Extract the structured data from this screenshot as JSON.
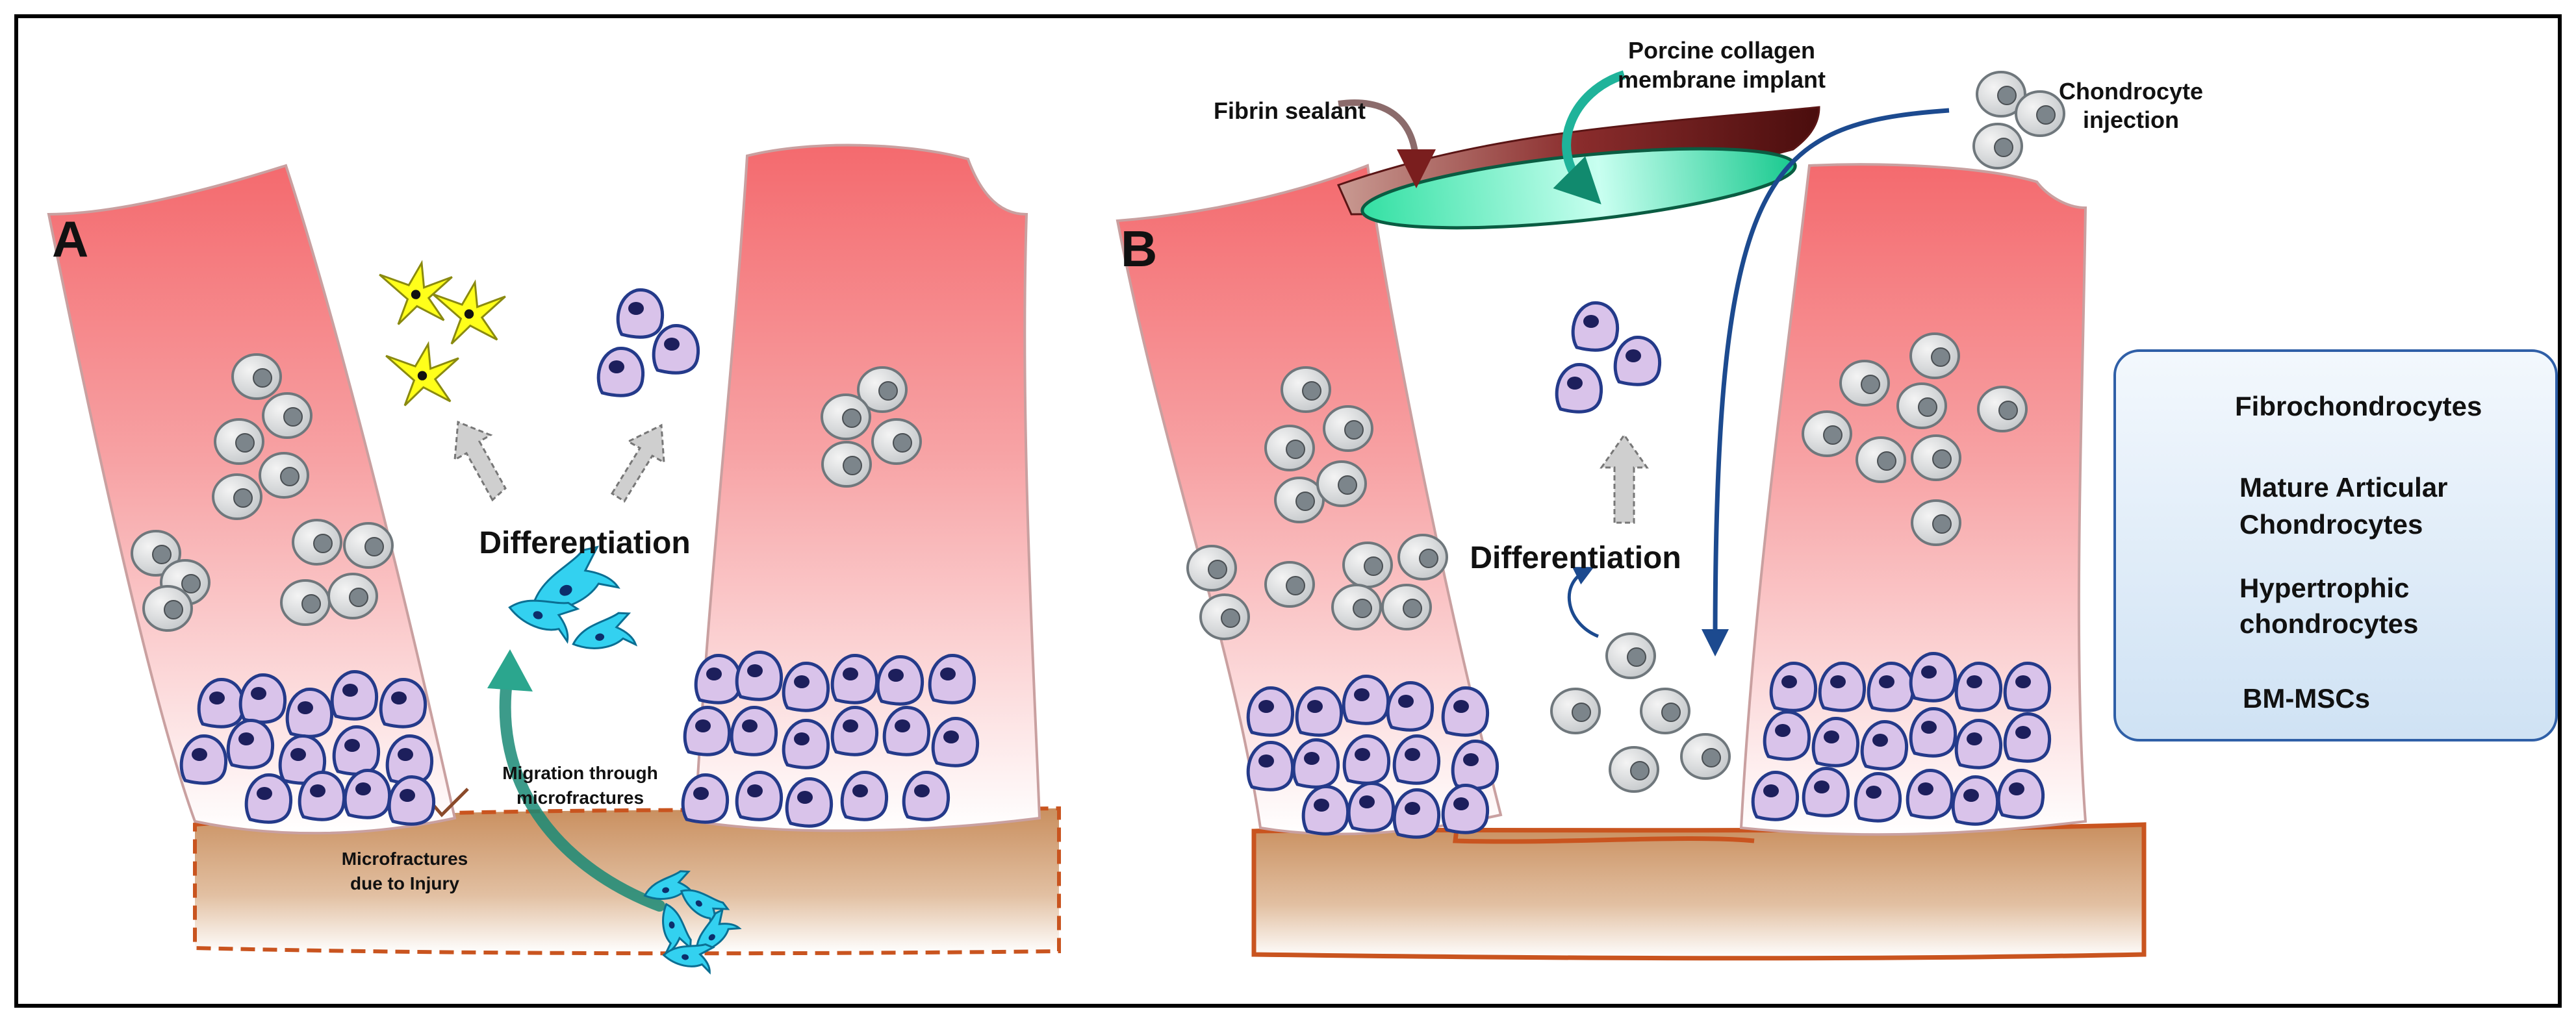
{
  "panels": {
    "a": {
      "letter": "A",
      "differentiation_label": "Differentiation",
      "migration_label": [
        "Migration through",
        "microfractures"
      ],
      "microfracture_label": [
        "Microfractures",
        "due to Injury"
      ]
    },
    "b": {
      "letter": "B",
      "differentiation_label": "Differentiation",
      "fibrin_label": "Fibrin sealant",
      "membrane_label": [
        "Porcine collagen",
        "membrane implant"
      ],
      "injection_label": [
        "Chondrocyte",
        "injection"
      ]
    }
  },
  "legend": {
    "items": [
      {
        "label": [
          "Fibrochondrocytes"
        ],
        "icon": "fibrochondrocyte-icon"
      },
      {
        "label": [
          "Mature Articular",
          "Chondrocytes"
        ],
        "icon": "mature-chondrocyte-icon"
      },
      {
        "label": [
          "Hypertrophic",
          "chondrocytes"
        ],
        "icon": "hypertrophic-chondrocyte-icon"
      },
      {
        "label": [
          "BM-MSCs"
        ],
        "icon": "bm-msc-icon"
      }
    ]
  },
  "colors": {
    "cartilage_top": "#f46a6e",
    "cartilage_bottom": "#ffffff",
    "bone": "#c98f5f",
    "bone_edge": "#c9541f",
    "fibrochondrocyte": "#ffff1a",
    "mature_cell": "#dcdcdc",
    "mature_nucleus": "#7c858b",
    "hypertrophic_cell": "#d9c3ea",
    "hypertrophic_edge": "#243a8a",
    "hypertrophic_nucleus": "#1d1f5c",
    "msc": "#33d1f0",
    "membrane_top": "#7a1e1e",
    "membrane_bottom": "#2ed39a",
    "arrow_blue": "#1c4a8f",
    "arrow_teal": "#1a8a75",
    "legend_bg": "#e4eff9",
    "legend_border": "#2f5fa7"
  }
}
